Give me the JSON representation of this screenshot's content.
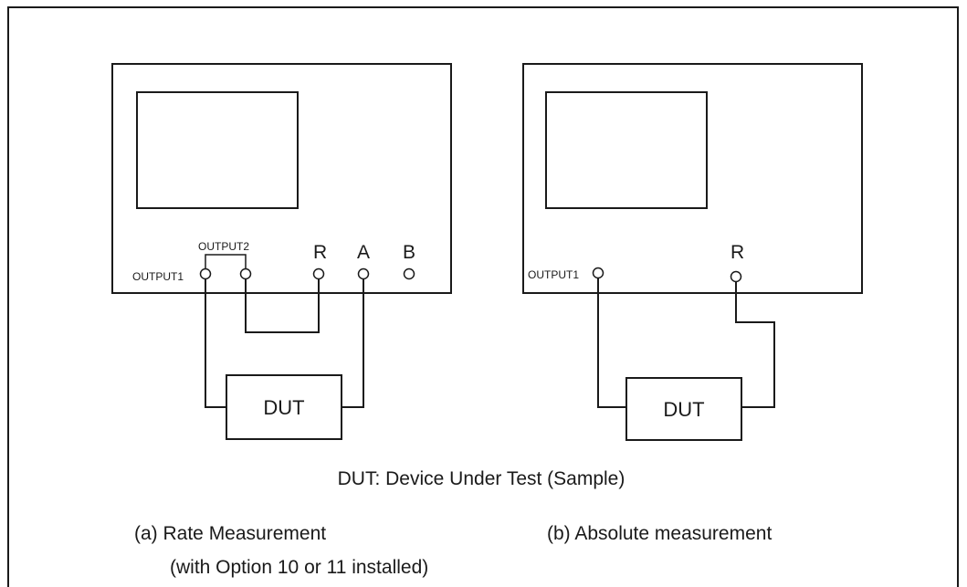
{
  "panel_a": {
    "output1_label": "OUTPUT1",
    "output2_label": "OUTPUT2",
    "port_r": "R",
    "port_a": "A",
    "port_b": "B",
    "dut_label": "DUT"
  },
  "panel_b": {
    "output1_label": "OUTPUT1",
    "port_r": "R",
    "dut_label": "DUT"
  },
  "legend": {
    "dut_definition": "DUT:  Device Under Test (Sample)"
  },
  "captions": {
    "a_line1": "(a)  Rate Measurement",
    "a_line2": "(with Option 10 or 11 installed)",
    "b_line1": "(b)  Absolute measurement"
  }
}
